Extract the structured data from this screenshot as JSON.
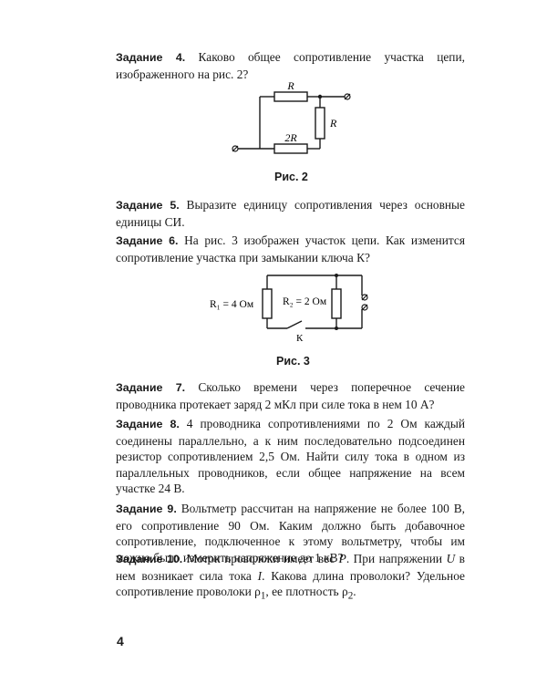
{
  "tasks": [
    {
      "label": "Задание 4.",
      "text": " Каково общее сопротивление участка цепи, изображенного на рис. 2?"
    },
    {
      "label": "Задание 5.",
      "text": " Выразите единицу сопротивления через основные единицы СИ."
    },
    {
      "label": "Задание 6.",
      "text": " На рис. 3 изображен участок цепи. Как изменится сопротивление участка при замыкании ключа К?"
    },
    {
      "label": "Задание 7.",
      "text": " Сколько времени через поперечное сечение проводника протекает заряд 2 мКл при силе тока в нем 10 А?"
    },
    {
      "label": "Задание 8.",
      "text": " 4 проводника сопротивлениями по 2 Ом каждый соединены параллельно, а к ним последовательно подсоединен резистор сопротивлением 2,5 Ом. Найти силу тока в одном из параллельных проводников, если общее напряжение на всем участке 24 В."
    },
    {
      "label": "Задание 9.",
      "text": " Вольтметр рассчитан на напряжение не более 100 В, его сопротивление 90 Ом. Каким должно быть добавочное сопротивление, подключенное к этому вольтметру, чтобы им можно было измерить напряжение до 1 кВ?"
    },
    {
      "label": "Задание 10.",
      "text": " Моток проволоки имеет вес ",
      "P": "P",
      "t2": ". При напряжении ",
      "U": "U",
      "t3": " в нем возникает сила тока ",
      "I": "I",
      "t4": ". Какова длина проволоки? Удельное сопротивление проволоки ",
      "rho1": "ρ",
      "sub1": "1",
      "t5": ", ее плотность ",
      "rho2": "ρ",
      "sub2": "2",
      "t6": "."
    }
  ],
  "figure2": {
    "caption": "Рис. 2",
    "label_top": "R",
    "label_right": "R",
    "label_bottom": "2R"
  },
  "figure3": {
    "caption": "Рис. 3",
    "label_r1": "R₁ = 4 Ом",
    "label_r2": "R₂ = 2 Ом",
    "label_key": "К"
  },
  "page_number": "4"
}
